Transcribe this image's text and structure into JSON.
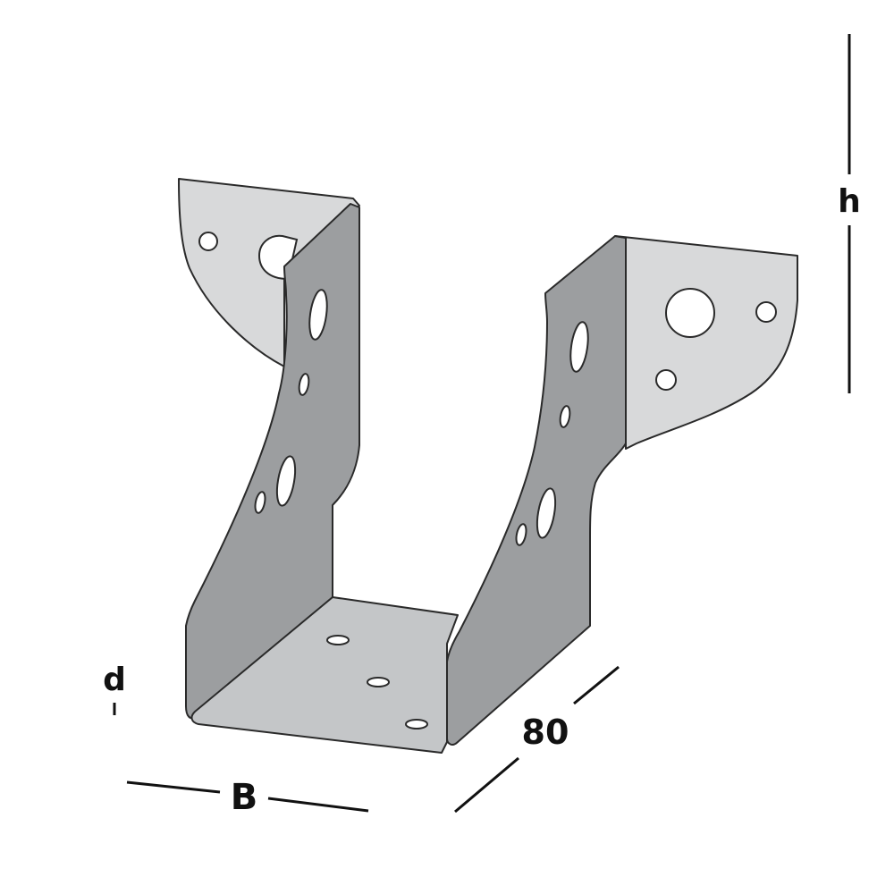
{
  "dimensions": {
    "height_label": "h",
    "width_label": "B",
    "depth_label": "80",
    "thickness_label": "d"
  },
  "colors": {
    "metal_back": "#b6b8ba",
    "metal_side": "#9c9ea0",
    "metal_base": "#c4c6c8",
    "metal_light": "#d8d9da",
    "outline": "#2a2a2a",
    "dimension_line": "#111111"
  },
  "part": {
    "type": "joist-hanger",
    "icon": "joist-hanger-icon"
  }
}
